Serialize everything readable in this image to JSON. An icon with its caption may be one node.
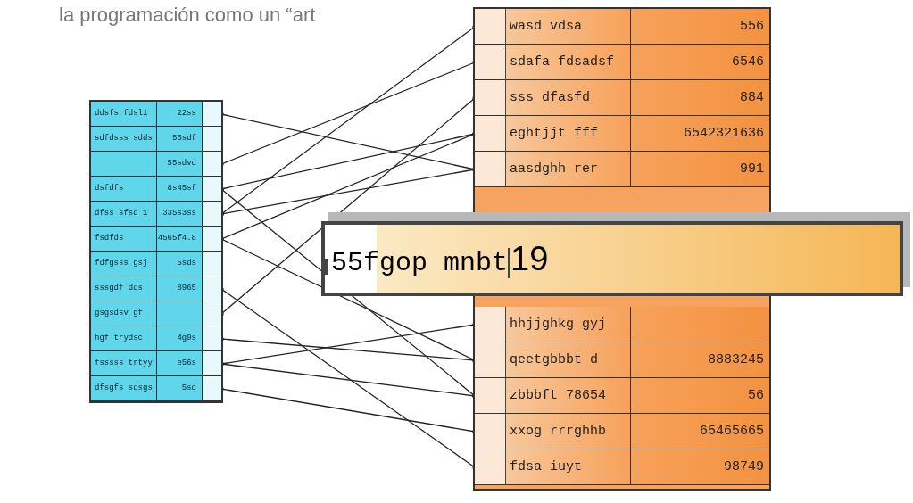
{
  "diagram": {
    "nodes": [
      {
        "text": [],
        "shape": "box"
      },
      {
        "text": [
          "ddsfs fdsl1",
          "22ss"
        ],
        "in": 0
      },
      {
        "text": [
          "sdfdsss sdds",
          "55sdf"
        ],
        "in": 0
      },
      {
        "text": [
          "55sdvd"
        ],
        "in": 0
      },
      {
        "text": [
          "dsfdfs",
          "8s45sf"
        ],
        "in": 0
      },
      {
        "text": [
          "dfss sfsd 1",
          "335s3ss"
        ],
        "in": 0
      },
      {
        "text": [
          "fsdfds",
          "4565f4.8"
        ],
        "in": 0
      },
      {
        "text": [
          "fdfgsss gsj",
          "5sds"
        ],
        "in": 0
      },
      {
        "text": [
          "sssgdf dds",
          "8965"
        ],
        "in": 0
      },
      {
        "text": [
          "gsgsdsv gf"
        ],
        "in": 0
      },
      {
        "text": [
          "hgf trydsc",
          "4g9s"
        ],
        "in": 0
      },
      {
        "text": [
          "fsssss trtyy",
          "e56s"
        ],
        "in": 0
      },
      {
        "text": [
          "dfsgfs sdsgs",
          "5sd"
        ],
        "in": 0
      },
      {
        "text": [],
        "shape": "box"
      },
      {
        "text": [
          "wasd vdsa",
          "556"
        ],
        "in": 13
      },
      {
        "text": [
          "sdafa fdsadsf",
          "6546"
        ],
        "in": 13
      },
      {
        "text": [
          "sss dfasfd",
          "884"
        ],
        "in": 13
      },
      {
        "text": [
          "eghtjjt fff",
          "6542321636"
        ],
        "in": 13
      },
      {
        "text": [
          "aasdghh rer",
          "991"
        ],
        "in": 13
      },
      {
        "text": [
          "hhjjghkg gyj"
        ],
        "in": 13
      },
      {
        "text": [
          "qeetgbbbt d",
          "8883245"
        ],
        "in": 13
      },
      {
        "text": [
          "zbbbft 78654",
          "56"
        ],
        "in": 13
      },
      {
        "text": [
          "xxog rrrghhb",
          "65465665"
        ],
        "in": 13
      },
      {
        "text": [
          "fdsa iuyt",
          "98749"
        ],
        "in": 13
      },
      {
        "text": [
          "55fgop mnbt",
          "19"
        ]
      }
    ],
    "edges": [
      {
        "from": 1,
        "to": 18,
        "arrow": "other"
      },
      {
        "from": 3,
        "to": 15,
        "arrow": "other"
      },
      {
        "from": 4,
        "to": 17,
        "arrow": "other"
      },
      {
        "from": 4,
        "to": 21,
        "arrow": "other"
      },
      {
        "from": 5,
        "to": 14,
        "arrow": "other"
      },
      {
        "from": 5,
        "to": 18,
        "arrow": "other"
      },
      {
        "from": 6,
        "to": 17,
        "arrow": "other"
      },
      {
        "from": 6,
        "to": 20,
        "arrow": "other"
      },
      {
        "from": 8,
        "to": 23,
        "arrow": "other"
      },
      {
        "from": 9,
        "to": 16,
        "arrow": "other"
      },
      {
        "from": 10,
        "to": 20,
        "arrow": "other"
      },
      {
        "from": 11,
        "to": 19,
        "arrow": "other"
      },
      {
        "from": 11,
        "to": 21,
        "arrow": "other"
      },
      {
        "from": 12,
        "to": 22,
        "arrow": "other"
      }
    ],
    "labels": [
      "la programación como un “art"
    ]
  }
}
